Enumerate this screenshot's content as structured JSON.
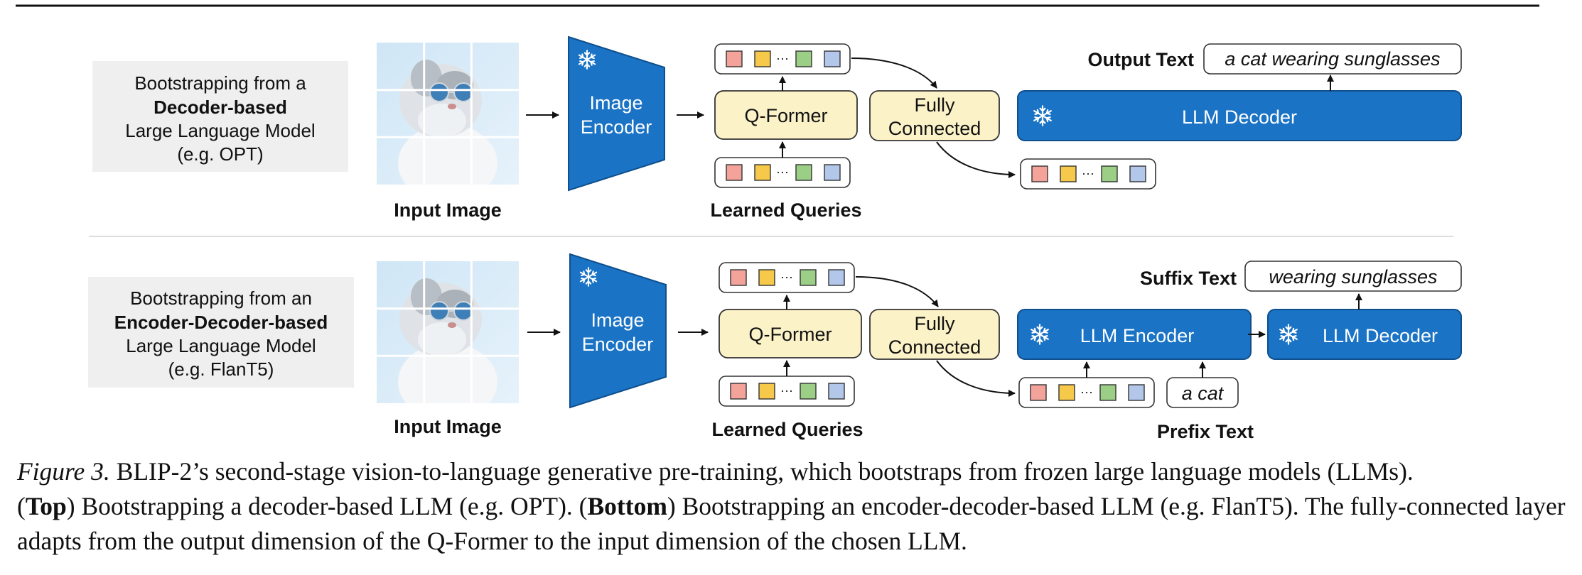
{
  "colors": {
    "blue": "#1a73c5",
    "blue_stroke": "#0f4f8c",
    "cream": "#fcf2c8",
    "cream_stroke": "#333333",
    "panel": "#efefef",
    "token_red": "#f4a39b",
    "token_yellow": "#f6c94a",
    "token_green": "#9bcf86",
    "token_blue": "#b3c7ea"
  },
  "frozen_icon": "snowflake-icon",
  "top": {
    "source_title_line1": "Bootstrapping from a",
    "source_title_bold": "Decoder-based",
    "source_title_line3": "Large Language Model",
    "source_title_line4": "(e.g. OPT)",
    "input_image_label": "Input Image",
    "image_encoder_line1": "Image",
    "image_encoder_line2": "Encoder",
    "qformer_label": "Q-Former",
    "learned_queries_label": "Learned Queries",
    "fc_line1": "Fully",
    "fc_line2": "Connected",
    "output_text_label": "Output Text",
    "output_text_value": "a cat wearing sunglasses",
    "llm_decoder_label": "LLM Decoder",
    "ellipsis": "···"
  },
  "bottom": {
    "source_title_line1": "Bootstrapping from an",
    "source_title_bold": "Encoder-Decoder-based",
    "source_title_line3": "Large Language Model",
    "source_title_line4": "(e.g. FlanT5)",
    "input_image_label": "Input Image",
    "image_encoder_line1": "Image",
    "image_encoder_line2": "Encoder",
    "qformer_label": "Q-Former",
    "learned_queries_label": "Learned Queries",
    "fc_line1": "Fully",
    "fc_line2": "Connected",
    "suffix_text_label": "Suffix Text",
    "suffix_text_value": "wearing sunglasses",
    "llm_encoder_label": "LLM Encoder",
    "llm_decoder_label": "LLM Decoder",
    "prefix_text_label": "Prefix Text",
    "prefix_text_value": "a cat",
    "ellipsis": "···"
  },
  "caption": {
    "figure_number": "Figure 3.",
    "sentence1": " BLIP-2’s second-stage vision-to-language generative pre-training, which bootstraps from frozen large language models (LLMs).",
    "top_open": "(",
    "top_bold": "Top",
    "top_text": ") Bootstrapping a decoder-based LLM (e.g. OPT). (",
    "bottom_bold": "Bottom",
    "bottom_text": ") Bootstrapping an encoder-decoder-based LLM (e.g. FlanT5). The fully-connected layer adapts from the output dimension of the Q-Former to the input dimension of the chosen LLM."
  }
}
